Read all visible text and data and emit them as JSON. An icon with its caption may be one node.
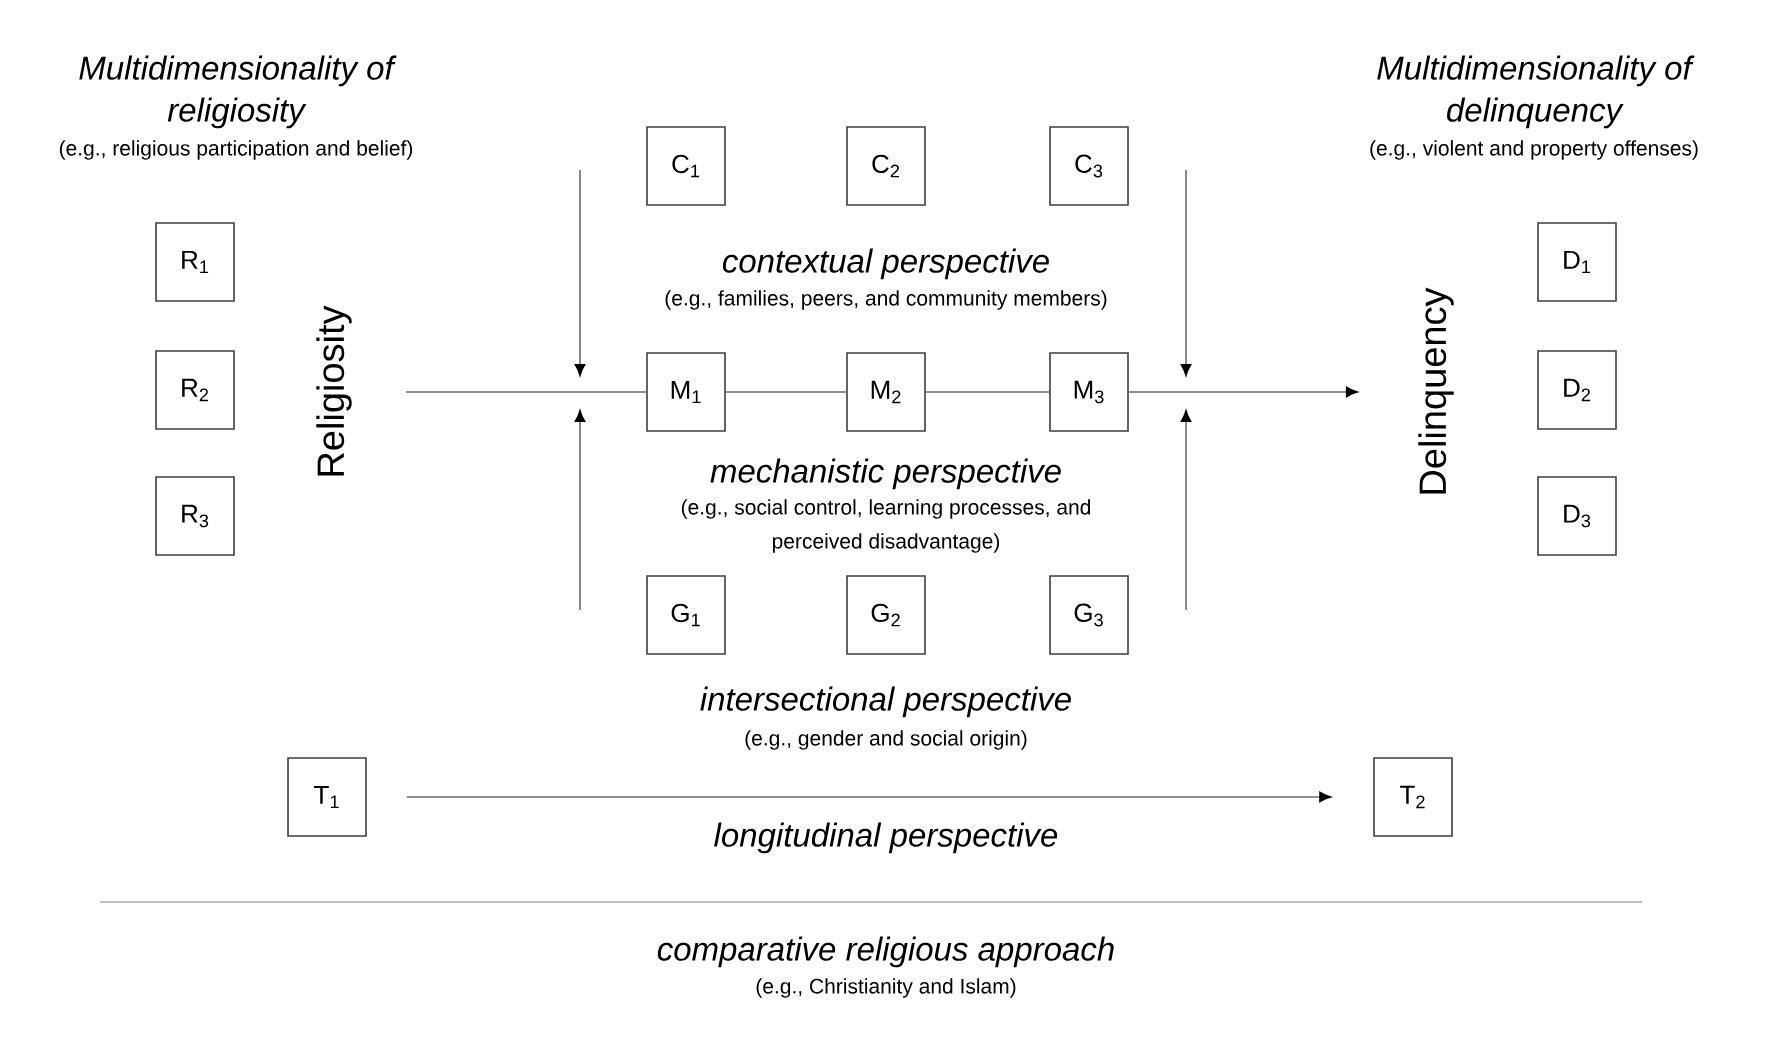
{
  "diagram": {
    "nodes": [
      {
        "text": [
          "R$_{1}$"
        ]
      },
      {
        "text": [
          "R$_{2}$"
        ]
      },
      {
        "text": [
          "R$_{3}$"
        ]
      },
      {
        "text": [
          "Religiosity"
        ]
      },
      {
        "text": [
          "C$_{1}$"
        ]
      },
      {
        "text": [
          "C$_{2}$"
        ]
      },
      {
        "text": [
          "C$_{3}$"
        ]
      },
      {
        "text": [
          "M$_{1}$"
        ]
      },
      {
        "text": [
          "M$_{2}$"
        ]
      },
      {
        "text": [
          "M$_{3}$"
        ]
      },
      {
        "text": [
          "G$_{1}$"
        ]
      },
      {
        "text": [
          "G$_{2}$"
        ]
      },
      {
        "text": [
          "G$_{3}$"
        ]
      },
      {
        "text": [
          "Delinquency"
        ]
      },
      {
        "text": [
          "D$_{1}$"
        ]
      },
      {
        "text": [
          "D$_{2}$"
        ]
      },
      {
        "text": [
          "D$_{3}$"
        ]
      },
      {
        "text": [
          "T$_{1}$"
        ]
      },
      {
        "text": [
          "T$_{2}$"
        ]
      }
    ],
    "edges": [
      {
        "from": 3,
        "to": 7,
        "arrow": "none"
      },
      {
        "from": 7,
        "to": 8,
        "arrow": "none"
      },
      {
        "from": 8,
        "to": 9,
        "arrow": "none"
      },
      {
        "from": 9,
        "to": 13,
        "arrow": "to"
      },
      {
        "from": 17,
        "to": 18,
        "arrow": "to"
      }
    ],
    "labels": [
      "Multidimensionality of religiosity",
      "(e.g., religious participation and belief)",
      "Multidimensionality of delinquency",
      "(e.g., violent and property offenses)",
      "contextual perspective",
      "(e.g., families, peers, and community members)",
      "mechanistic perspective",
      "(e.g., social control, learning processes, and perceived disadvantage)",
      "intersectional perspective",
      "(e.g., gender and social origin)",
      "longitudinal perspective",
      "comparative religious approach",
      "(e.g., Christianity and Islam)"
    ]
  }
}
